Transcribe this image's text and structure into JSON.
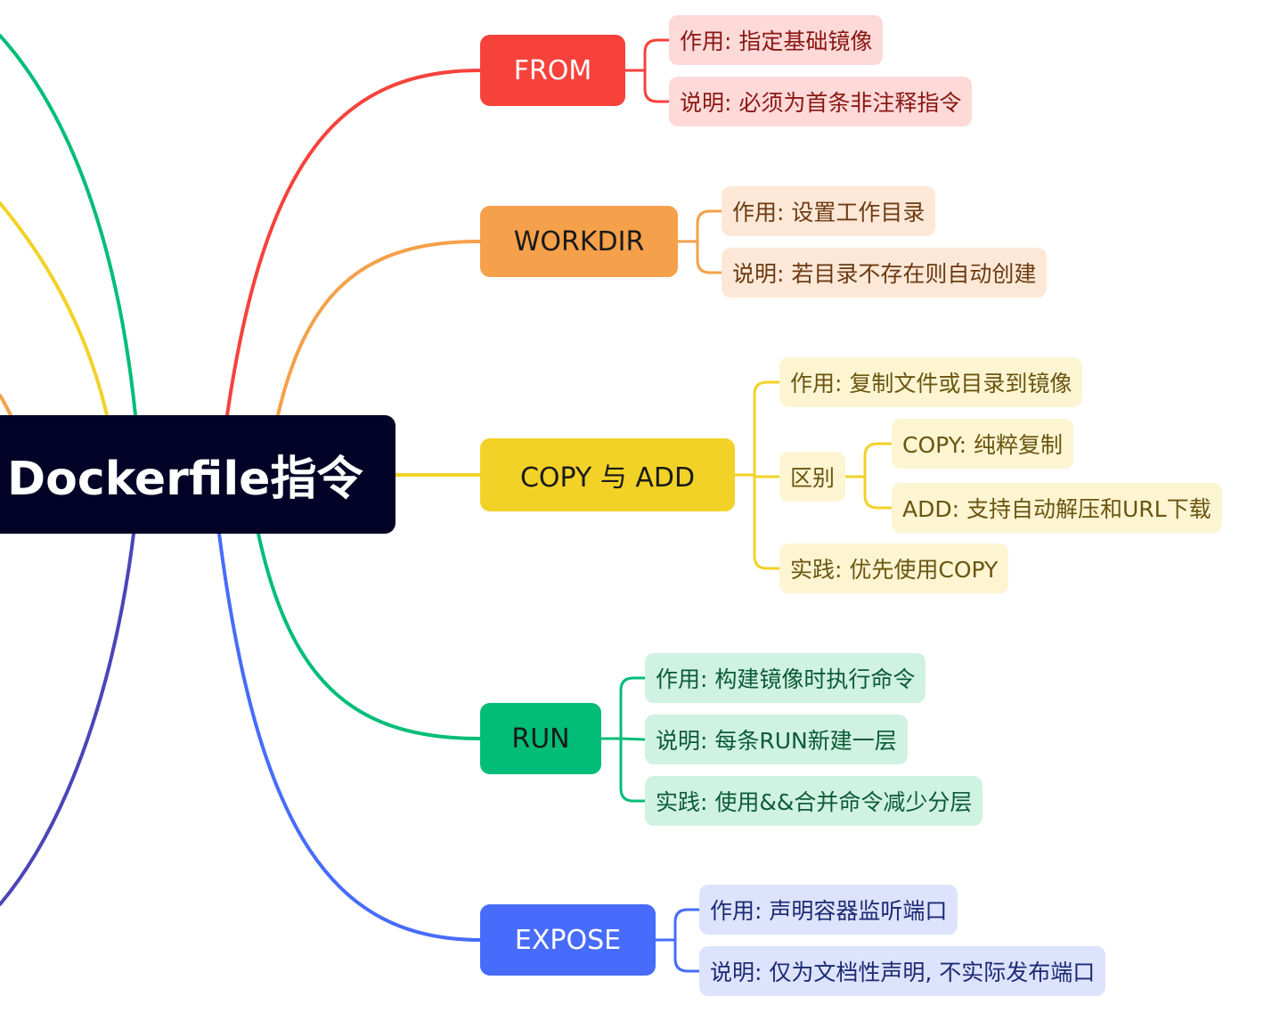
{
  "root": {
    "label": "Dockerfile指令"
  },
  "branches": [
    {
      "label": "FROM",
      "color": "#f6423b",
      "text_color": "#ffffff",
      "leaf_bg": "#fdd9d8",
      "leaf_text": "#8a1712",
      "leaves": [
        {
          "text": "作用: 指定基础镜像"
        },
        {
          "text": "说明: 必须为首条非注释指令"
        }
      ]
    },
    {
      "label": "WORKDIR",
      "color": "#f5a04a",
      "text_color": "#1a1a1a",
      "leaf_bg": "#fde8d7",
      "leaf_text": "#6b3a12",
      "leaves": [
        {
          "text": "作用: 设置工作目录"
        },
        {
          "text": "说明: 若目录不存在则自动创建"
        }
      ]
    },
    {
      "label": "COPY 与 ADD",
      "color": "#f2d226",
      "text_color": "#1a1a1a",
      "leaf_bg": "#fdf5d2",
      "leaf_text": "#6a5510",
      "leaves": [
        {
          "text": "作用: 复制文件或目录到镜像"
        },
        {
          "text": "区别",
          "children": [
            {
              "text": "COPY: 纯粹复制"
            },
            {
              "text": "ADD: 支持自动解压和URL下载"
            }
          ]
        },
        {
          "text": "实践: 优先使用COPY"
        }
      ]
    },
    {
      "label": "RUN",
      "color": "#02bd77",
      "text_color": "#1a1a1a",
      "leaf_bg": "#cff2e3",
      "leaf_text": "#0c5a3a",
      "leaves": [
        {
          "text": "作用: 构建镜像时执行命令"
        },
        {
          "text": "说明: 每条RUN新建一层"
        },
        {
          "text": "实践: 使用&&合并命令减少分层"
        }
      ]
    },
    {
      "label": "EXPOSE",
      "color": "#476cfb",
      "text_color": "#ffffff",
      "leaf_bg": "#dde3fd",
      "leaf_text": "#1c2a72",
      "leaves": [
        {
          "text": "作用: 声明容器监听端口"
        },
        {
          "text": "说明: 仅为文档性声明, 不实际发布端口"
        }
      ]
    }
  ],
  "offscreen_branch_colors": [
    "#02bd77",
    "#f2d226",
    "#f5a04a",
    "#4b45b8"
  ]
}
